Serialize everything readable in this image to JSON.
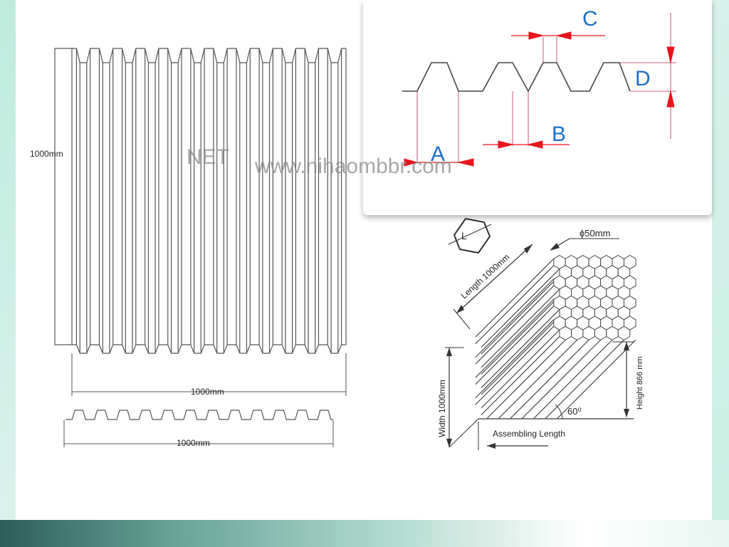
{
  "panel_sheet": {
    "height_label": "1000mm",
    "width_label": "1000mm",
    "profile_width_label": "1000mm"
  },
  "profile_legend": {
    "A": "A",
    "B": "B",
    "C": "C",
    "D": "D"
  },
  "watermark": {
    "left": "NET",
    "right": "www.nihaombbr.com"
  },
  "honeycomb_block": {
    "hex_symbol": "L",
    "diameter_label": "ϕ50mm",
    "length_label": "Length 1000mm",
    "height_label": "Height 866 mm",
    "width_label": "Width 1000mm",
    "angle_label": "60⁰",
    "assembling_label": "Assembling Length"
  },
  "colors": {
    "line": "#555555",
    "dimension_red": "#e8141c",
    "legend_blue": "#1e6fc8"
  }
}
